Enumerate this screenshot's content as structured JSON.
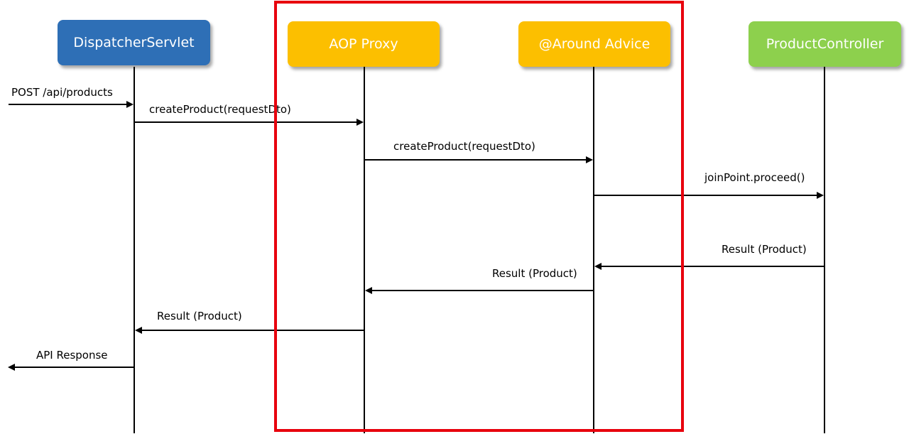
{
  "participants": {
    "dispatcher": {
      "label": "DispatcherServlet",
      "color": "#2e6fb6"
    },
    "aop_proxy": {
      "label": "AOP Proxy",
      "color": "#fcbf00"
    },
    "around_advice": {
      "label": "@Around Advice",
      "color": "#fcbf00"
    },
    "controller": {
      "label": "ProductController",
      "color": "#8dd04d"
    }
  },
  "highlight_color": "#e8000d",
  "messages": {
    "post_request": "POST /api/products",
    "create_to_proxy": "createProduct(requestDto)",
    "create_to_advice": "createProduct(requestDto)",
    "proceed": "joinPoint.proceed()",
    "result_to_advice": "Result (Product)",
    "result_to_proxy": "Result (Product)",
    "result_to_dispatcher": "Result (Product)",
    "api_response": "API Response"
  }
}
